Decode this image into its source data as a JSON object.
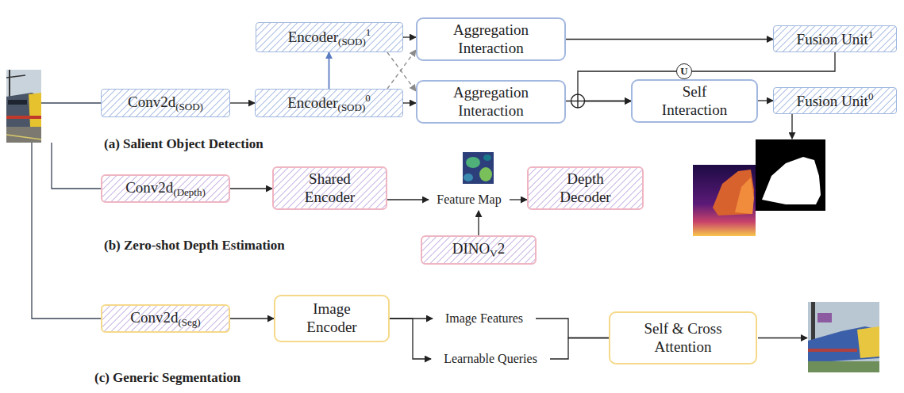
{
  "diagram": {
    "nodes": [
      {
        "text": [
          "Encoder",
          "(SOD)",
          "1"
        ]
      },
      {
        "text": [
          "Aggregation Interaction"
        ]
      },
      {
        "text": [
          "Fusion Unit",
          "1"
        ]
      },
      {
        "text": [
          "U"
        ]
      },
      {
        "text": [
          "Conv2d",
          "(SOD)"
        ]
      },
      {
        "text": [
          "Encoder",
          "(SOD)",
          "0"
        ]
      },
      {
        "text": [
          "Aggregation Interaction"
        ]
      },
      {
        "text": [
          "Self Interaction"
        ]
      },
      {
        "text": [
          "Fusion Unit",
          "0"
        ]
      },
      {
        "text": [
          "Conv2d",
          "(Depth)"
        ]
      },
      {
        "text": [
          "Shared Encoder"
        ]
      },
      {
        "text": [
          "Feature Map"
        ]
      },
      {
        "text": [
          "Depth Decoder"
        ]
      },
      {
        "text": [
          "DINO",
          "V",
          "2"
        ]
      },
      {
        "text": [
          "Conv2d",
          "(Seg)"
        ]
      },
      {
        "text": [
          "Image Encoder"
        ]
      },
      {
        "text": [
          "Image Features"
        ]
      },
      {
        "text": [
          "Learnable Queries"
        ]
      },
      {
        "text": [
          "Self & Cross Attention"
        ]
      }
    ],
    "edges": [
      {
        "from": 4,
        "to": 5,
        "arrow": "to"
      },
      {
        "from": 5,
        "to": 0,
        "arrow": "to"
      },
      {
        "from": 0,
        "to": 1,
        "arrow": "to"
      },
      {
        "from": 0,
        "to": 6,
        "arrow": "to"
      },
      {
        "from": 5,
        "to": 1,
        "arrow": "to"
      },
      {
        "from": 5,
        "to": 6,
        "arrow": "to"
      },
      {
        "from": 1,
        "to": 2,
        "arrow": "to"
      },
      {
        "from": 2,
        "to": 3,
        "arrow": "none"
      },
      {
        "from": 3,
        "to": 7,
        "arrow": "to"
      },
      {
        "from": 6,
        "to": 7,
        "arrow": "to"
      },
      {
        "from": 7,
        "to": 8,
        "arrow": "to"
      },
      {
        "from": 9,
        "to": 10,
        "arrow": "to"
      },
      {
        "from": 10,
        "to": 11,
        "arrow": "to"
      },
      {
        "from": 13,
        "to": 11,
        "arrow": "to"
      },
      {
        "from": 11,
        "to": 12,
        "arrow": "to"
      },
      {
        "from": 14,
        "to": 15,
        "arrow": "to"
      },
      {
        "from": 15,
        "to": 16,
        "arrow": "to"
      },
      {
        "from": 15,
        "to": 17,
        "arrow": "to"
      },
      {
        "from": 16,
        "to": 18,
        "arrow": "none"
      },
      {
        "from": 17,
        "to": 18,
        "arrow": "none"
      }
    ],
    "labels": [
      "(a) Salient Object Detection",
      "(b) Zero-shot Depth Estimation",
      "(c) Generic Segmentation"
    ]
  }
}
